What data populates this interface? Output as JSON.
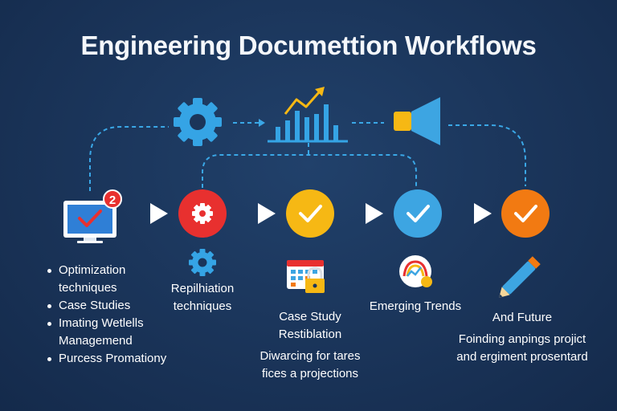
{
  "title": "Engineering Documettion Workflows",
  "colors": {
    "background": "#1b355a",
    "connector": "#3aa7e6",
    "step_red": "#e8302f",
    "step_yellow": "#f6b814",
    "step_blue": "#3da5e2",
    "step_orange": "#f27a12",
    "arrow": "#ffffff"
  },
  "top_icons": [
    "gear-icon",
    "bar-chart-trend-icon",
    "megaphone-icon"
  ],
  "steps": [
    {
      "icon": "monitor-check-icon",
      "badge": "2",
      "bullets": [
        "Optimization techniques",
        "Case Studies",
        "Imating Wetlells Managemend",
        "Purcess Promationy"
      ]
    },
    {
      "icon": "gear-circle-icon",
      "sub_icon": "gear-icon",
      "label": "Repilhiation techniques"
    },
    {
      "icon": "check-circle-icon",
      "sub_icon": "calendar-lock-icon",
      "label": "Case Study Restiblation",
      "description": "Diwarcing for tares fices a projections"
    },
    {
      "icon": "check-circle-icon",
      "sub_icon": "trend-badge-icon",
      "label": "Emerging Trends"
    },
    {
      "icon": "check-circle-icon",
      "sub_icon": "pencil-icon",
      "label": "And Future",
      "description": "Foinding anpings projict and ergiment prosentard"
    }
  ]
}
